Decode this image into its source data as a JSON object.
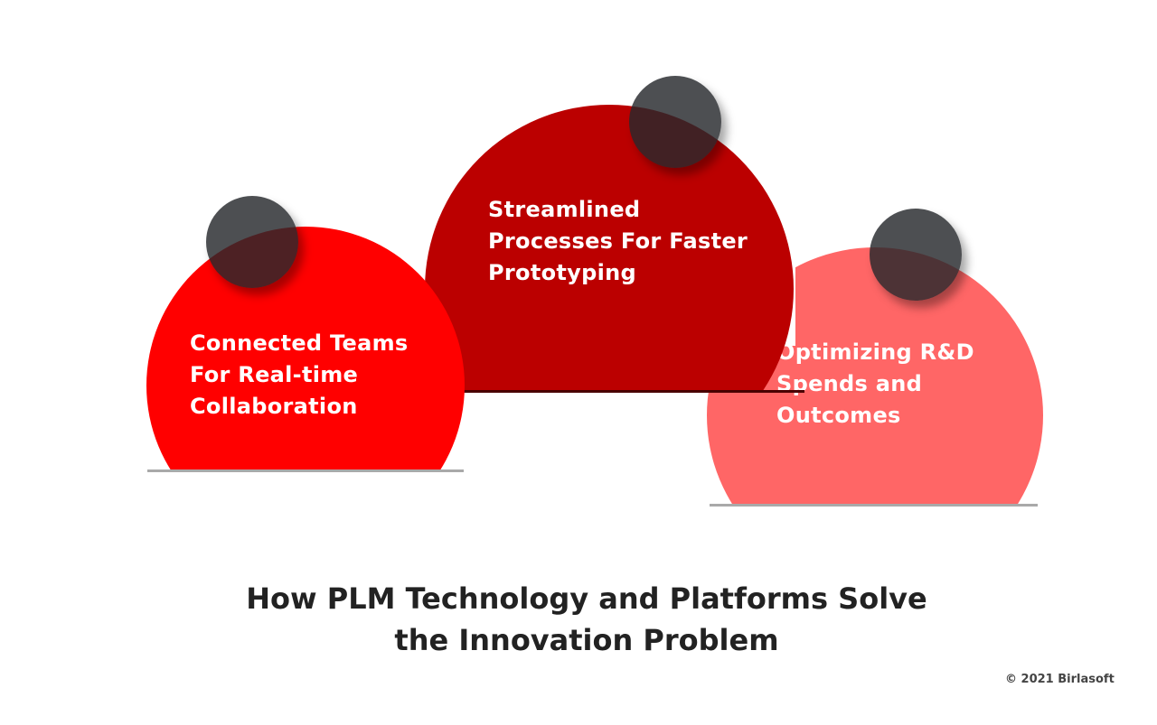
{
  "items": [
    {
      "lines": [
        "Connected Teams",
        "For Real-time",
        "Collaboration"
      ],
      "color": "#ff0000"
    },
    {
      "lines": [
        "Streamlined",
        "Processes For Faster",
        "Prototyping"
      ],
      "color": "#bb0000"
    },
    {
      "lines": [
        "Optimizing R&D",
        "Spends and",
        "Outcomes"
      ],
      "color": "#ff6666"
    }
  ],
  "title": [
    "How PLM Technology and Platforms Solve",
    "the Innovation Problem"
  ],
  "copyright": "© 2021 Birlasoft"
}
